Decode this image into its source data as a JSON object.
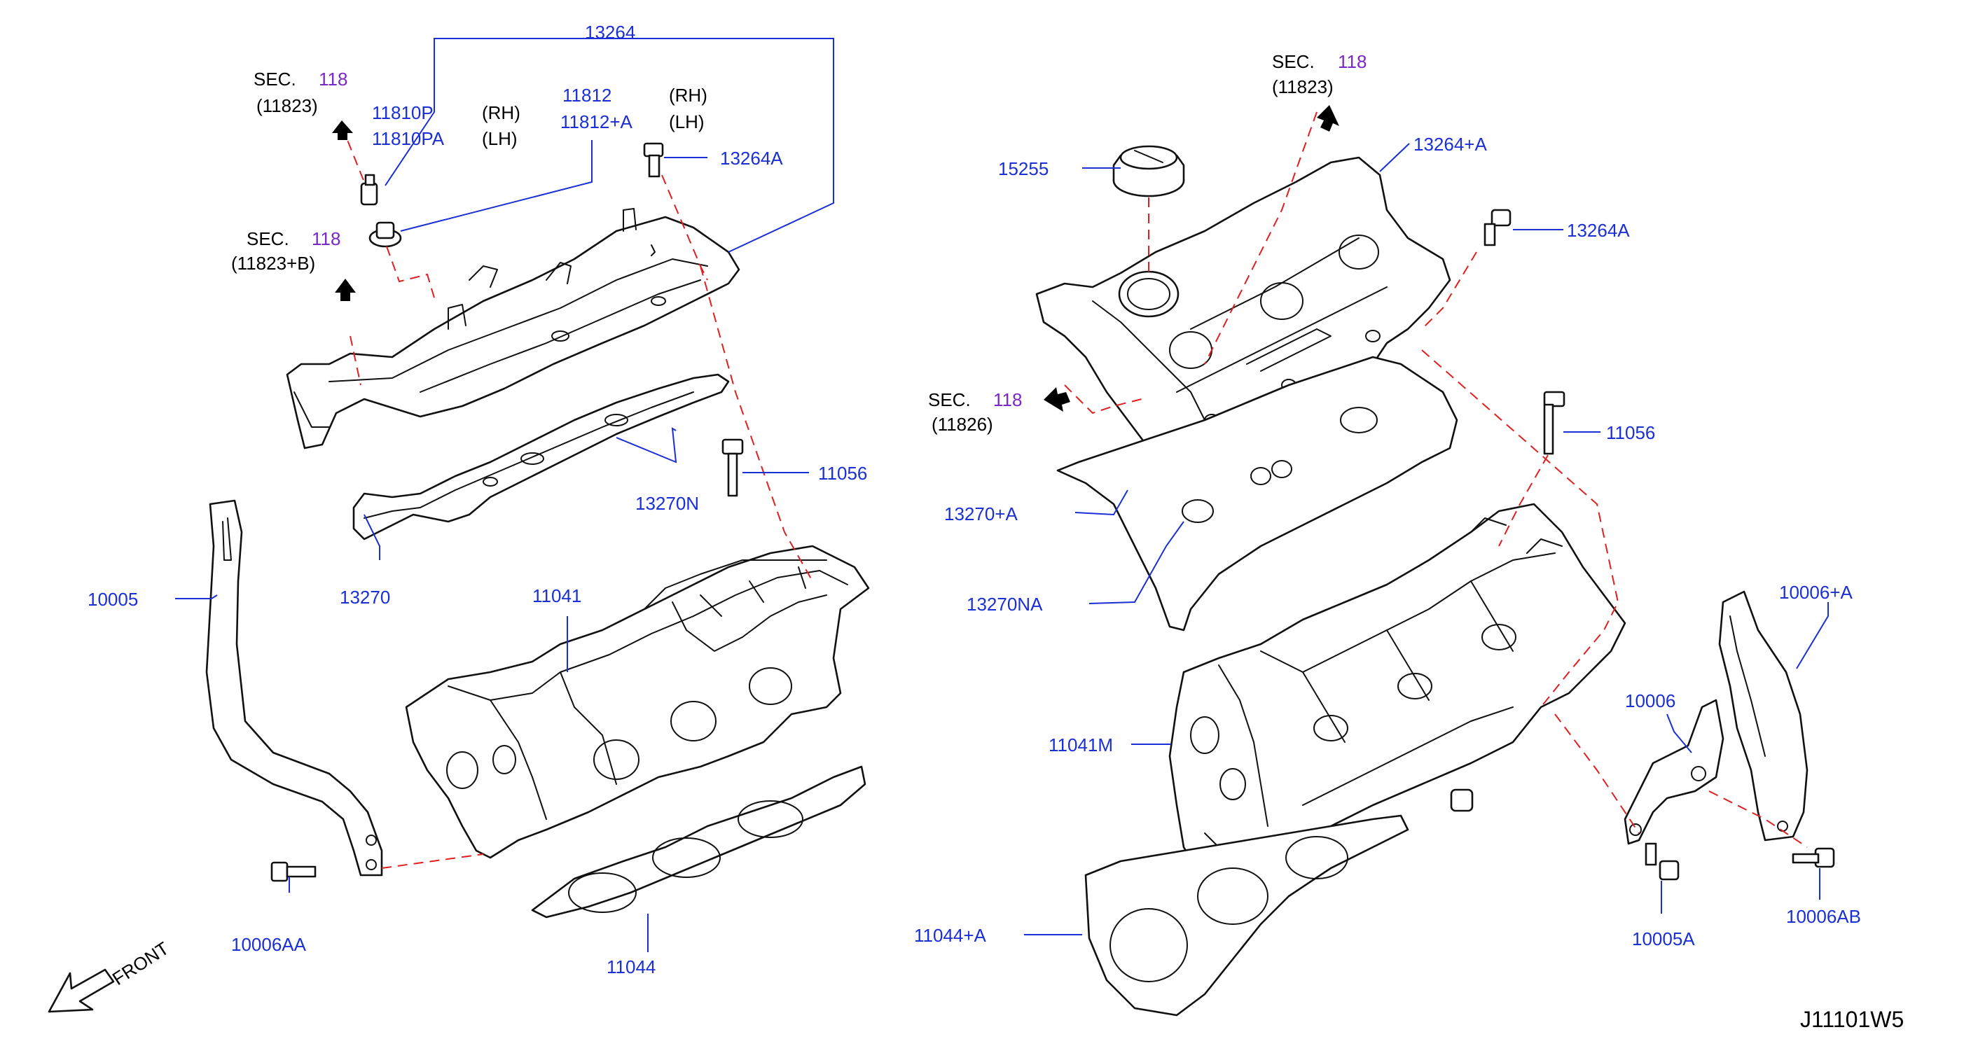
{
  "diagram_code": "J11101W5",
  "front_label": "FRONT",
  "colors": {
    "part_number": "#1a2fd6",
    "section_number": "#7a28c8",
    "dashed_line": "#e02020",
    "drawing": "#111111"
  },
  "sections": [
    {
      "prefix": "SEC.",
      "number": "118",
      "ref": "(11823)"
    },
    {
      "prefix": "SEC.",
      "number": "118",
      "ref": "(11823+B)"
    },
    {
      "prefix": "SEC.",
      "number": "118",
      "ref": "(11823)"
    },
    {
      "prefix": "SEC.",
      "number": "118",
      "ref": "(11826)"
    }
  ],
  "side_notes": {
    "rh": "(RH)",
    "lh": "(LH)"
  },
  "parts": {
    "p13264": "13264",
    "p11810P": "11810P",
    "p11810PA": "11810PA",
    "p11812": "11812",
    "p11812A": "11812+A",
    "p13264A_left": "13264A",
    "p13270N": "13270N",
    "p13270": "13270",
    "p11056_left": "11056",
    "p10005": "10005",
    "p11041": "11041",
    "p10006AA": "10006AA",
    "p11044": "11044",
    "p15255": "15255",
    "p13264_A": "13264+A",
    "p13264A_right": "13264A",
    "p11056_right": "11056",
    "p13270_A": "13270+A",
    "p13270NA": "13270NA",
    "p10006_A": "10006+A",
    "p10006": "10006",
    "p11041M": "11041M",
    "p11044_A": "11044+A",
    "p10005A": "10005A",
    "p10006AB": "10006AB"
  }
}
